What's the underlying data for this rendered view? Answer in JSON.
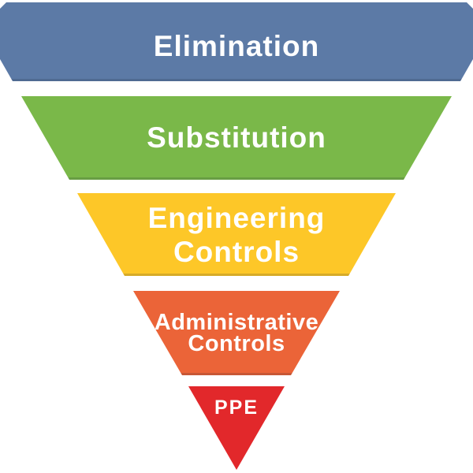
{
  "diagram": {
    "type": "inverted-pyramid",
    "background": "#ffffff",
    "text_color": "#ffffff",
    "levels": [
      {
        "label": "Elimination",
        "lines": [
          "Elimination"
        ],
        "color": "#5c7aa6"
      },
      {
        "label": "Substitution",
        "lines": [
          "Substitution"
        ],
        "color": "#7ab849"
      },
      {
        "label": "Engineering Controls",
        "lines": [
          "Engineering",
          "Controls"
        ],
        "color": "#fdc728"
      },
      {
        "label": "Administrative Controls",
        "lines": [
          "Administrative",
          "Controls"
        ],
        "color": "#eb6438"
      },
      {
        "label": "PPE",
        "lines": [
          "PPE"
        ],
        "color": "#e2282b"
      }
    ]
  }
}
